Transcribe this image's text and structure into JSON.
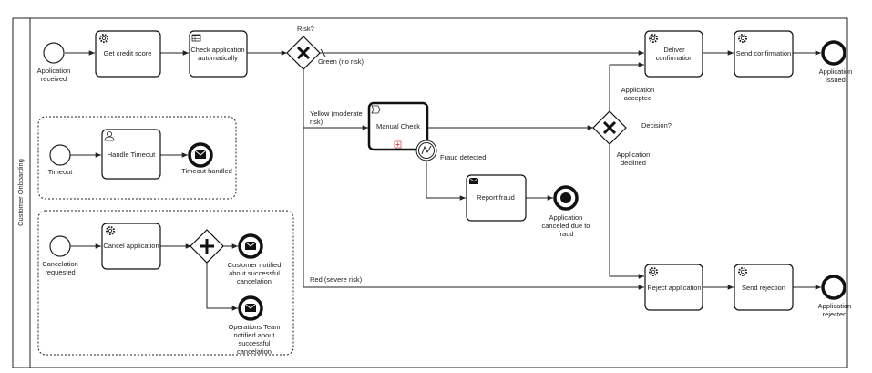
{
  "pool": {
    "label": "Customer Onboarding"
  },
  "events": {
    "application_received": [
      "Application",
      "received"
    ],
    "timeout": [
      "Timeout"
    ],
    "timeout_handled": [
      "Timeout handled"
    ],
    "cancelation_requested": [
      "Cancelation",
      "requested"
    ],
    "customer_notified": [
      "Customer notified",
      "about successful",
      "cancelation"
    ],
    "operations_notified": [
      "Operations Team",
      "notified about",
      "successful",
      "cancelation"
    ],
    "fraud_detected": [
      "Fraud detected"
    ],
    "application_canceled": [
      "Application",
      "canceled due to",
      "fraud"
    ],
    "application_issued": [
      "Application",
      "issued"
    ],
    "application_rejected": [
      "Application",
      "rejected"
    ]
  },
  "tasks": {
    "get_credit_score": [
      "Get credit score"
    ],
    "check_application": [
      "Check application",
      "automatically"
    ],
    "handle_timeout": [
      "Handle Timeout"
    ],
    "cancel_application": [
      "Cancel application"
    ],
    "manual_check": [
      "Manual Check"
    ],
    "report_fraud": [
      "Report fraud"
    ],
    "deliver_confirmation": [
      "Deliver",
      "confirmation"
    ],
    "send_confirmation": [
      "Send confirmation"
    ],
    "reject_application": [
      "Reject application"
    ],
    "send_rejection": [
      "Send rejection"
    ]
  },
  "gateways": {
    "risk": "Risk?",
    "decision": "Decision?"
  },
  "flows": {
    "green": "Green (no risk)",
    "yellow": [
      "Yellow (moderate",
      "risk)"
    ],
    "red": "Red (severe risk)",
    "accepted": [
      "Application",
      "accepted"
    ],
    "declined": [
      "Application",
      "declined"
    ]
  },
  "colors": {
    "stroke": "#111111",
    "marker": "#e05050"
  }
}
